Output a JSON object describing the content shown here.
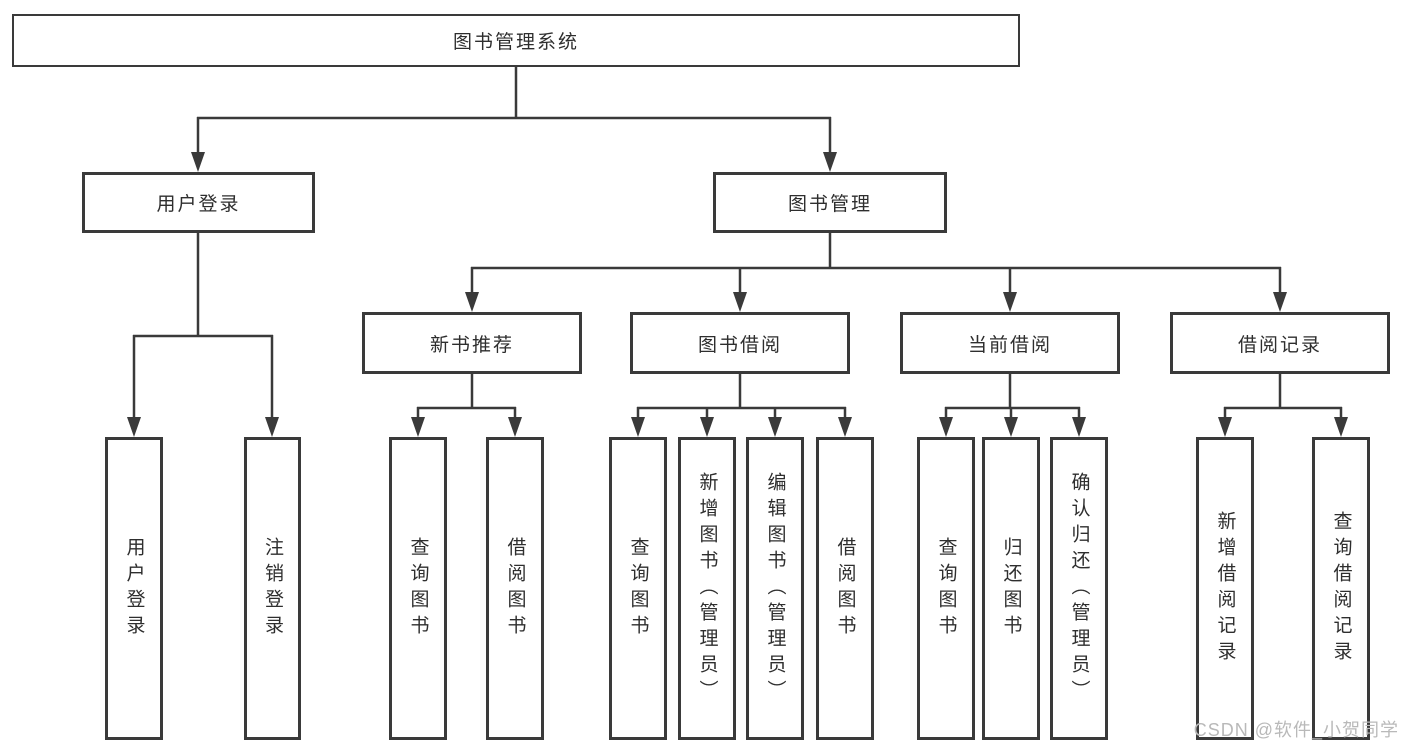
{
  "diagram": {
    "root": "图书管理系统",
    "login": {
      "label": "用户登录",
      "children": [
        "用户登录",
        "注销登录"
      ]
    },
    "mgmt": {
      "label": "图书管理",
      "children": [
        {
          "label": "新书推荐",
          "children": [
            "查询图书",
            "借阅图书"
          ]
        },
        {
          "label": "图书借阅",
          "children": [
            "查询图书",
            "新增图书（管理员）",
            "编辑图书（管理员）",
            "借阅图书"
          ]
        },
        {
          "label": "当前借阅",
          "children": [
            "查询图书",
            "归还图书",
            "确认归还（管理员）"
          ]
        },
        {
          "label": "借阅记录",
          "children": [
            "新增借阅记录",
            "查询借阅记录"
          ]
        }
      ]
    }
  },
  "watermark": "CSDN @软件_小贺同学",
  "colors": {
    "line": "#3a3a3a",
    "border": "#3a3a3a",
    "text": "#2e2e2e",
    "box_background": "#ffffff",
    "page_background": "#ffffff",
    "watermark": "#b9b9b9"
  }
}
